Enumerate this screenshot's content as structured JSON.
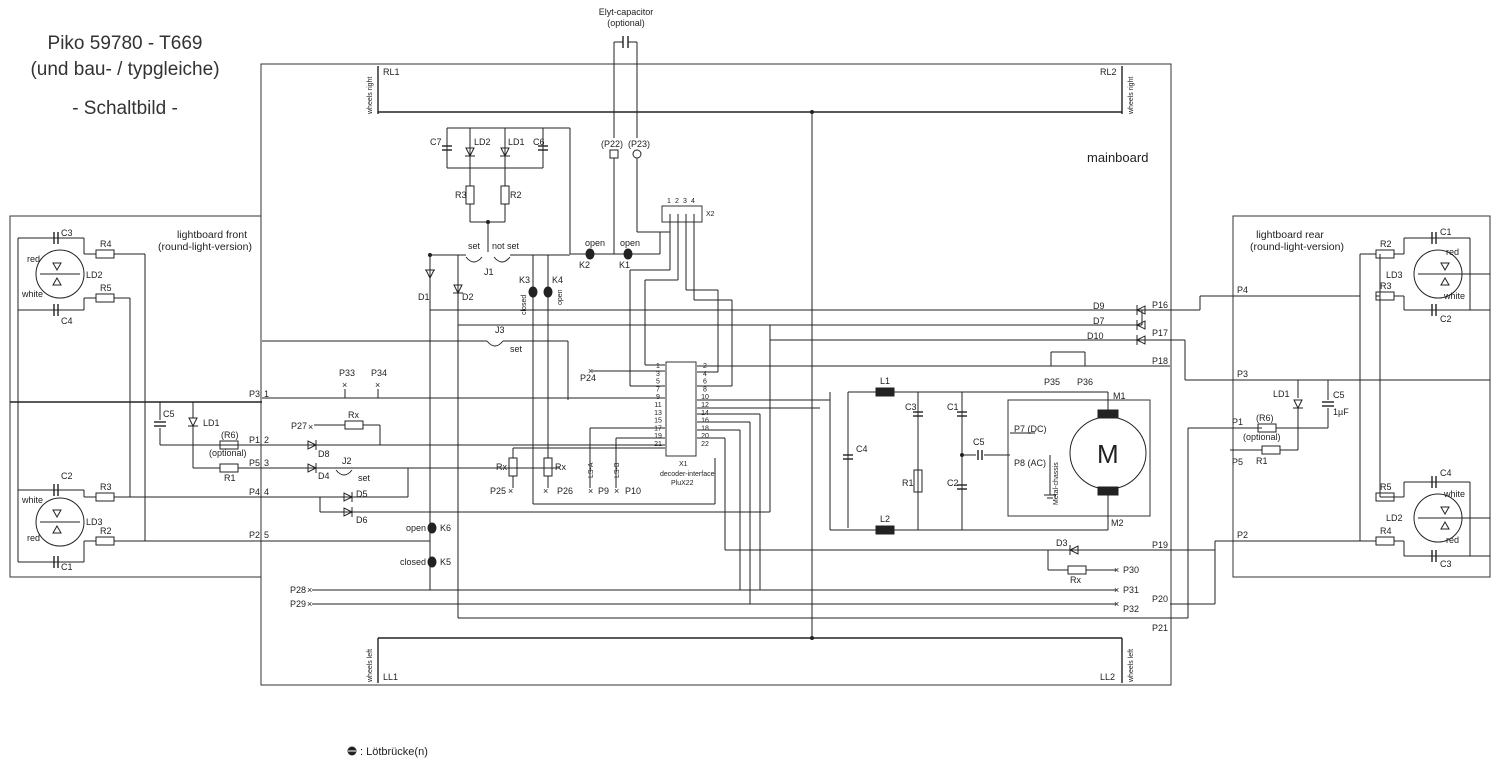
{
  "title": {
    "line1": "Piko 59780 - T669",
    "line2": "(und bau- / typgleiche)",
    "line3": "- Schaltbild -"
  },
  "legend": ": Lötbrücke(n)",
  "boards": {
    "mainboard": "mainboard",
    "front_title": "lightboard front",
    "front_sub": "(round-light-version)",
    "rear_title": "lightboard rear",
    "rear_sub": "(round-light-version)"
  },
  "capacitor": {
    "label": "Elyt-capacitor",
    "sub": "(optional)"
  },
  "wheels": {
    "right": "wheels right",
    "left": "wheels left",
    "RL1": "RL1",
    "RL2": "RL2",
    "LL1": "LL1",
    "LL2": "LL2"
  },
  "pads": {
    "P22": "(P22)",
    "P23": "(P23)",
    "P24": "P24",
    "P25": "P25",
    "P26": "P26",
    "P9": "P9",
    "P10": "P10",
    "P27": "P27",
    "P28": "P28",
    "P29": "P29",
    "P30": "P30",
    "P31": "P31",
    "P32": "P32",
    "P33": "P33",
    "P34": "P34",
    "P35": "P35",
    "P36": "P36",
    "P16": "P16",
    "P17": "P17",
    "P18": "P18",
    "P19": "P19",
    "P20": "P20",
    "P21": "P21",
    "P7": "P7 (DC)",
    "P8": "P8 (AC)",
    "metal": "Metal-chassis"
  },
  "front_pins": [
    "P3",
    "P1",
    "P5",
    "P4",
    "P2"
  ],
  "front_pin_nums": [
    "1",
    "2",
    "3",
    "4",
    "5"
  ],
  "rear_pins": [
    "P4",
    "P3",
    "P1",
    "P5",
    "P2"
  ],
  "components": {
    "C7": "C7",
    "LD2": "LD2",
    "LD1": "LD1",
    "C6": "C6",
    "R3": "R3",
    "R2": "R2",
    "J1": "J1",
    "set": "set",
    "notset": "not set",
    "D1": "D1",
    "D2": "D2",
    "K1": "K1",
    "K2": "K2",
    "K3": "K3",
    "K4": "K4",
    "K5": "K5",
    "K6": "K6",
    "open": "open",
    "closed": "closed",
    "J2": "J2",
    "J3": "J3",
    "D3": "D3",
    "D4": "D4",
    "D5": "D5",
    "D6": "D6",
    "D7": "D7",
    "D8": "D8",
    "D9": "D9",
    "D10": "D10",
    "L1": "L1",
    "L2": "L2",
    "C1": "C1",
    "C2": "C2",
    "C3": "C3",
    "C4": "C4",
    "C5": "C5",
    "R1": "R1",
    "M1": "M1",
    "M2": "M2",
    "M": "M",
    "Rx": "Rx",
    "LSA": "LS-A",
    "LSB": "LS-B",
    "X2": "X2"
  },
  "front_board": {
    "C3": "C3",
    "R4": "R4",
    "red": "red",
    "LD2": "LD2",
    "white": "white",
    "R5": "R5",
    "C4": "C4",
    "C5": "C5",
    "LD1": "LD1",
    "R6": "(R6)",
    "optional": "(optional)",
    "R1": "R1",
    "C2": "C2",
    "R3": "R3",
    "LD3": "LD3",
    "R2": "R2",
    "C1": "C1"
  },
  "rear_board": {
    "C1": "C1",
    "R2": "R2",
    "red": "red",
    "LD3": "LD3",
    "R3": "R3",
    "white": "white",
    "C2": "C2",
    "LD1": "LD1",
    "C5": "C5",
    "uF": "1µF",
    "R6": "(R6)",
    "optional": "(optional)",
    "R1": "R1",
    "C4": "C4",
    "R5": "R5",
    "LD2": "LD2",
    "R4": "R4",
    "C3": "C3"
  },
  "decoder": {
    "x1": "X1",
    "name": "decoder-interface",
    "sub": "PluX22",
    "left_pins": [
      "1",
      "3",
      "5",
      "7",
      "9",
      "11",
      "13",
      "15",
      "17",
      "19",
      "21"
    ],
    "right_pins": [
      "2",
      "4",
      "6",
      "8",
      "10",
      "12",
      "14",
      "16",
      "18",
      "20",
      "22"
    ]
  },
  "x2_pins": [
    "1",
    "2",
    "3",
    "4"
  ],
  "colors": {
    "line": "#222222",
    "pin11": "#c0392b"
  }
}
